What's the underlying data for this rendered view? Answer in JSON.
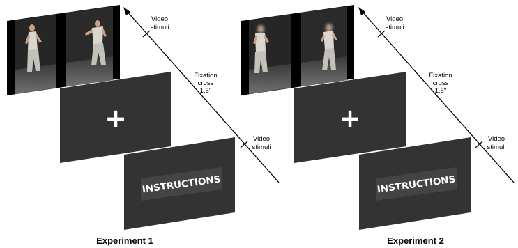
{
  "experiments": [
    {
      "caption": "Experiment 1",
      "frames": {
        "instructions": "INSTRUCTIONS",
        "fixation_symbol": "+"
      },
      "timeline": {
        "top_label": [
          "Video",
          "stimuli"
        ],
        "mid_label": [
          "Fixation",
          "cross",
          "1.5''"
        ],
        "bottom_label": [
          "Video",
          "stimuli"
        ]
      },
      "faces_blurred": false
    },
    {
      "caption": "Experiment 2",
      "frames": {
        "instructions": "INSTRUCTIONS",
        "fixation_symbol": "+"
      },
      "timeline": {
        "top_label": [
          "Video",
          "stimuli"
        ],
        "mid_label": [
          "Fixation",
          "cross",
          "1.5''"
        ],
        "bottom_label": [
          "Video",
          "stimuli"
        ]
      },
      "faces_blurred": true
    }
  ],
  "colors": {
    "screen": "#333333",
    "instruction_box": "#444444",
    "photo_wall": "#252525",
    "photo_floor": "#5c5c5c",
    "photo_divider": "#000000",
    "figure_clothes": "#d8d6cf",
    "figure_skin": "#c9a088"
  }
}
